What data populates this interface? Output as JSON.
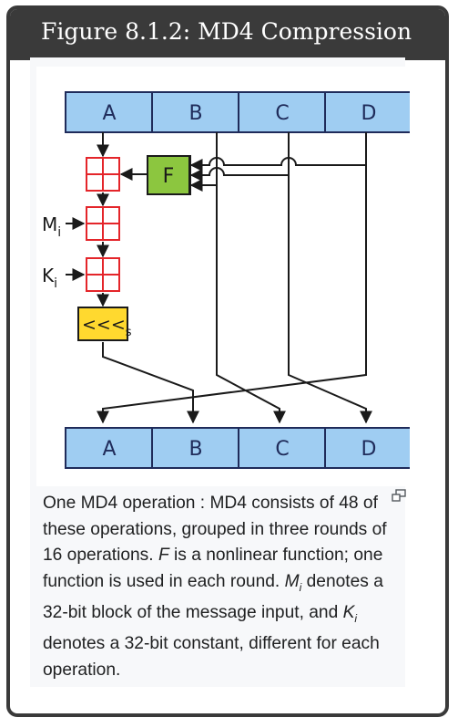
{
  "title": "Figure 8.1.2: MD4 Compression",
  "diagram": {
    "top_registers": [
      "A",
      "B",
      "C",
      "D"
    ],
    "bottom_registers": [
      "A",
      "B",
      "C",
      "D"
    ],
    "function_label": "F",
    "message_label": "M",
    "message_sub": "i",
    "constant_label": "K",
    "constant_sub": "i",
    "shift_label": "<<<",
    "shift_sub": "s",
    "colors": {
      "register_fill": "#9fcdf2",
      "register_stroke": "#1f2b5a",
      "adder_stroke": "#e4252a",
      "function_fill": "#8cc63f",
      "shift_fill": "#ffd92f",
      "line": "#1a1a1a"
    }
  },
  "caption": {
    "p1": "One MD4 operation : MD4 consists of 48 of these operations, grouped in three rounds of 16 operations. ",
    "f": "F",
    "p2": " is a nonlinear function; one function is used in each round. ",
    "m": "M",
    "m_sub": "i",
    "p3": " denotes a 32-bit block of the message input, and ",
    "k": "K",
    "k_sub": "i",
    "p4": " denotes a 32-bit constant, different for each operation."
  },
  "expand_icon": "expand-icon"
}
